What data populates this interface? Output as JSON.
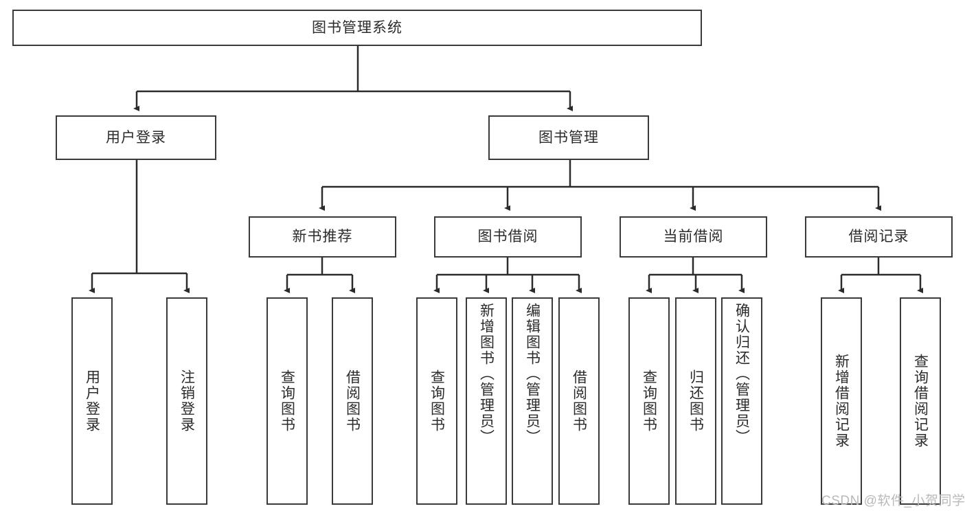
{
  "diagram": {
    "type": "tree",
    "title": "图书管理系统",
    "orientation": "top-down",
    "colors": {
      "box_border": "#3a3a3a",
      "box_fill": "#ffffff",
      "edge": "#2b2b2b",
      "text": "#2b2b2b",
      "watermark": "#b9b9b9",
      "background": "#ffffff"
    },
    "root": {
      "label": "图书管理系统"
    },
    "level2": [
      {
        "label": "用户登录"
      },
      {
        "label": "图书管理"
      }
    ],
    "level3": [
      {
        "label": "新书推荐"
      },
      {
        "label": "图书借阅"
      },
      {
        "label": "当前借阅"
      },
      {
        "label": "借阅记录"
      }
    ],
    "leaves": {
      "user_login": [
        {
          "label": "用户登录"
        },
        {
          "label": "注销登录"
        }
      ],
      "new_book": [
        {
          "label": "查询图书"
        },
        {
          "label": "借阅图书"
        }
      ],
      "book_borrow": [
        {
          "label": "查询图书"
        },
        {
          "label": "新增图书（管理员）"
        },
        {
          "label": "编辑图书（管理员）"
        },
        {
          "label": "借阅图书"
        }
      ],
      "current_borrow": [
        {
          "label": "查询图书"
        },
        {
          "label": "归还图书"
        },
        {
          "label": "确认归还（管理员）"
        }
      ],
      "borrow_record": [
        {
          "label": "新增借阅记录"
        },
        {
          "label": "查询借阅记录"
        }
      ]
    }
  },
  "watermark": {
    "text": "CSDN @软件_小贺同学"
  }
}
